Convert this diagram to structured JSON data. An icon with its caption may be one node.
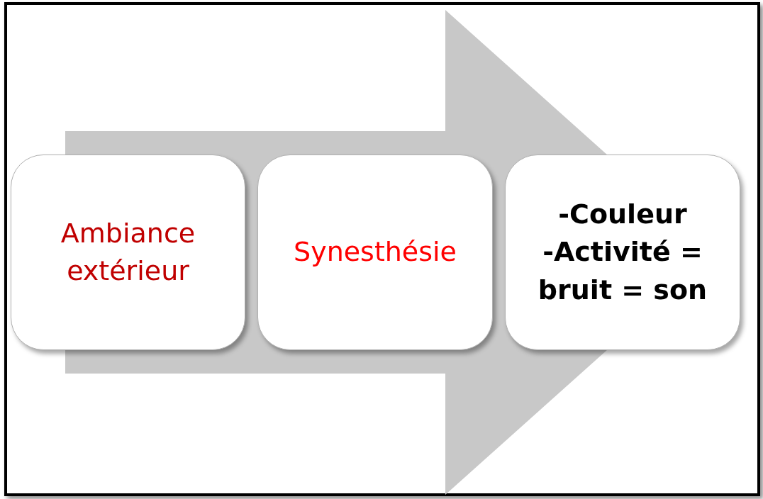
{
  "diagram": {
    "nodes": [
      {
        "text": [
          "Ambiance extérieur"
        ]
      },
      {
        "text": [
          "Synesthésie"
        ]
      },
      {
        "text": [
          "-Couleur",
          "-Activité = bruit = son"
        ]
      }
    ],
    "edges": [
      {
        "from": 0,
        "to": 2,
        "arrow": "to"
      }
    ]
  }
}
